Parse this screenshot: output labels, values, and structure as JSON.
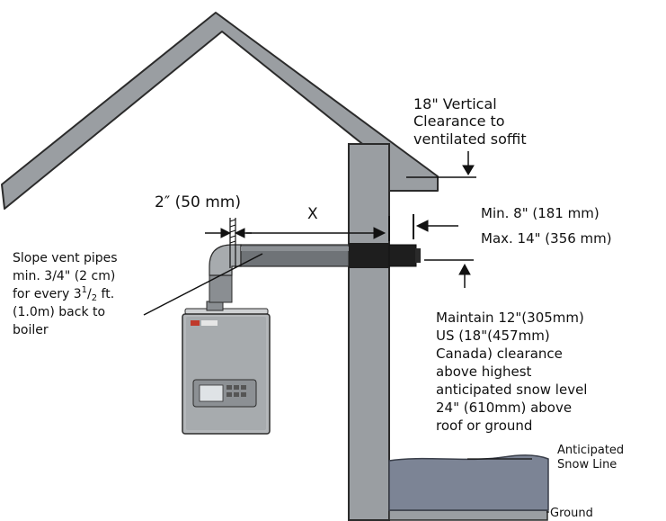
{
  "colors": {
    "structure_fill": "#9a9ea2",
    "structure_stroke": "#2b2b2b",
    "pipe_dark": "#6f7377",
    "pipe_light": "#a7abae",
    "pipe_black": "#1e1e1e",
    "snow_fill": "#7c8495",
    "boiler_body": "#b4b7ba",
    "line": "#111111"
  },
  "labels": {
    "vertical_clearance": [
      "18\" Vertical",
      "Clearance to",
      "ventilated soffit"
    ],
    "pipe_diameter": "2″ (50 mm)",
    "distance_x": "X",
    "min_distance": "Min. 8\" (181 mm)",
    "max_distance": "Max. 14\" (356 mm)",
    "slope_note": [
      "Slope vent pipes",
      "min. 3/4\" (2 cm)",
      "(1.0m) back to",
      "boiler"
    ],
    "slope_note_line3_pre": "for every 3",
    "slope_note_line3_sup": "1",
    "slope_note_line3_slash": "/",
    "slope_note_line3_sub": "2",
    "slope_note_line3_post": " ft.",
    "snow_clearance": [
      "Maintain 12\"(305mm)",
      "US (18\"(457mm)",
      "Canada) clearance",
      "above highest",
      "anticipated snow level",
      "24\" (610mm) above",
      "roof or ground"
    ],
    "snow_line": [
      "Anticipated",
      "Snow Line"
    ],
    "ground": "Ground"
  },
  "icons": {
    "boiler": "boiler-icon",
    "vent_terminal": "vent-terminal-icon"
  }
}
